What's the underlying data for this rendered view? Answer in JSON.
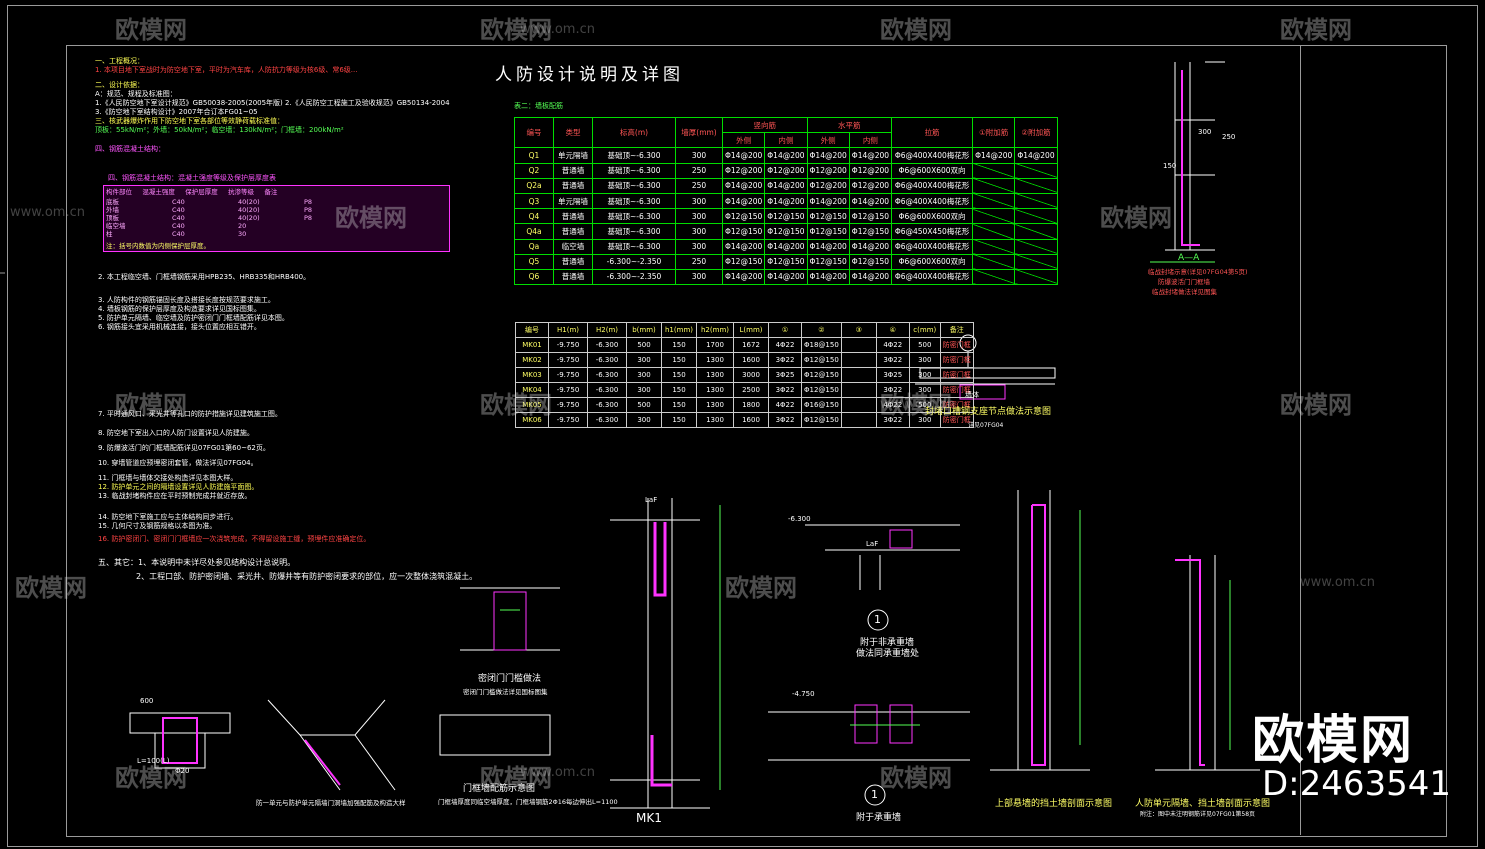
{
  "drawing": {
    "title": "人防设计说明及详图",
    "section_heading": "表二：墙板配筋"
  },
  "notes": {
    "s1": "一、工程概况：",
    "s1_text": "1. 本项目地下室战时为防空地下室，平时为汽车库，人防抗力等级为核6级、常6级...",
    "s2": "二、设计依据：",
    "s2_a": "A：规范、规程及标准图：",
    "s2_1": "1.《人民防空地下室设计规范》GB50038-2005(2005年版)   2.《人民防空工程施工及验收规范》GB50134-2004",
    "s2_3": "3.《防空地下室结构设计》2007年合订本FG01~05",
    "s3": "三、核武器爆炸作用下防空地下室各部位等效静荷载标准值：",
    "s3_text": "顶板：55kN/m²；外墙：50kN/m²；临空墙：130kN/m²；门框墙：200kN/m²",
    "s4": "四、钢筋混凝土结构：",
    "n2": "2. 本工程临空墙、门框墙钢筋采用HPB235、HRB335和HRB400。",
    "n3": "3. 人防构件的钢筋锚固长度及搭接长度按规范要求施工。",
    "n4": "4. 墙板钢筋的保护层厚度及构造要求详见国标图集。",
    "n5": "5. 防护单元隔墙、临空墙及防护密闭门门框墙配筋详见本图。",
    "n6": "6. 钢筋接头宜采用机械连接，接头位置应相互错开。",
    "n7": "7. 平时通风口、采光井等孔口的防护措施详见建筑施工图。",
    "n8": "8. 防空地下室出入口的人防门设置详见人防建施。",
    "n9": "9. 防爆波活门的门框墙配筋详见07FG01第60~62页。",
    "n10": "10. 穿墙管道应预埋密闭套管，做法详见07FG04。",
    "n11": "11. 门框墙与墙体交接处构造详见本图大样。",
    "n12": "12. 防护单元之间的隔墙设置详见人防建施平面图。",
    "n13": "13. 临战封堵构件应在平时预制完成并就近存放。",
    "n14": "14. 防空地下室施工应与主体结构同步进行。",
    "n15": "15. 几何尺寸及钢筋规格以本图为准。",
    "n16": "16. 防护密闭门、密闭门门框墙应一次浇筑完成，不得留设施工缝，预埋件应准确定位。",
    "s5": "五、其它：1、本说明中未详尽处参见结构设计总说明。",
    "s5_2": "2、工程口部、防护密闭墙、采光井、防爆井等有防护密闭要求的部位，应一次整体浇筑混凝土。"
  },
  "prot_table": {
    "title": "四、钢筋混凝土结构：混凝土强度等级及保护层厚度表",
    "headers": [
      "构件部位",
      "混凝土强度",
      "保护层厚度",
      "抗渗等级",
      "备注"
    ],
    "rows": [
      [
        "底板",
        "C40",
        "40(20)",
        "P8",
        ""
      ],
      [
        "外墙",
        "C40",
        "40(20)",
        "P8",
        ""
      ],
      [
        "顶板",
        "C40",
        "40(20)",
        "P8",
        ""
      ],
      [
        "临空墙",
        "C40",
        "20",
        "",
        ""
      ],
      [
        "柱",
        "C40",
        "30",
        "",
        ""
      ]
    ],
    "note": "注：括号内数值为内侧保护层厚度。"
  },
  "wall_table": {
    "headers": [
      "编号",
      "类型",
      "标高(m)",
      "墙厚(mm)",
      "竖向筋",
      "",
      "水平筋",
      "",
      "拉筋",
      "①附加筋",
      "②附加筋"
    ],
    "subheaders": [
      "",
      "",
      "",
      "",
      "外侧",
      "内侧",
      "外侧",
      "内侧",
      "",
      "",
      ""
    ],
    "rows": [
      [
        "Q1",
        "单元隔墙",
        "基础顶~-6.300",
        "300",
        "Φ14@200",
        "Φ14@200",
        "Φ14@200",
        "Φ14@200",
        "Φ6@400X400梅花形",
        "Φ14@200",
        "Φ14@200"
      ],
      [
        "Q2",
        "普通墙",
        "基础顶~-6.300",
        "250",
        "Φ12@200",
        "Φ12@200",
        "Φ12@200",
        "Φ12@200",
        "Φ6@600X600双向",
        "",
        ""
      ],
      [
        "Q2a",
        "普通墙",
        "基础顶~-6.300",
        "250",
        "Φ14@200",
        "Φ14@200",
        "Φ12@200",
        "Φ12@200",
        "Φ6@400X400梅花形",
        "",
        ""
      ],
      [
        "Q3",
        "单元隔墙",
        "基础顶~-6.300",
        "300",
        "Φ14@200",
        "Φ14@200",
        "Φ14@200",
        "Φ14@200",
        "Φ6@400X400梅花形",
        "",
        ""
      ],
      [
        "Q4",
        "普通墙",
        "基础顶~-6.300",
        "300",
        "Φ12@150",
        "Φ12@150",
        "Φ12@150",
        "Φ12@150",
        "Φ6@600X600双向",
        "",
        ""
      ],
      [
        "Q4a",
        "普通墙",
        "基础顶~-6.300",
        "300",
        "Φ12@150",
        "Φ12@150",
        "Φ12@150",
        "Φ12@150",
        "Φ6@450X450梅花形",
        "",
        ""
      ],
      [
        "Qa",
        "临空墙",
        "基础顶~-6.300",
        "300",
        "Φ14@200",
        "Φ14@200",
        "Φ14@200",
        "Φ14@200",
        "Φ6@400X400梅花形",
        "",
        ""
      ],
      [
        "Q5",
        "普通墙",
        "-6.300~-2.350",
        "250",
        "Φ12@150",
        "Φ12@150",
        "Φ12@150",
        "Φ12@150",
        "Φ6@600X600双向",
        "",
        ""
      ],
      [
        "Q6",
        "普通墙",
        "-6.300~-2.350",
        "300",
        "Φ14@200",
        "Φ14@200",
        "Φ14@200",
        "Φ14@200",
        "Φ6@400X400梅花形",
        "",
        ""
      ]
    ]
  },
  "door_table": {
    "headers": [
      "编号",
      "H1(m)",
      "H2(m)",
      "b(mm)",
      "h1(mm)",
      "h2(mm)",
      "L(mm)",
      "①",
      "②",
      "③",
      "④",
      "c(mm)",
      "备注"
    ],
    "rows": [
      [
        "MK01",
        "-9.750",
        "-6.300",
        "500",
        "150",
        "1700",
        "1672",
        "4Φ22",
        "Φ18@150",
        "4Φ22",
        "500",
        "防密门框"
      ],
      [
        "MK02",
        "-9.750",
        "-6.300",
        "300",
        "150",
        "1300",
        "1600",
        "3Φ22",
        "Φ12@150",
        "3Φ22",
        "300",
        "防密门框"
      ],
      [
        "MK03",
        "-9.750",
        "-6.300",
        "300",
        "150",
        "1300",
        "3000",
        "3Φ25",
        "Φ12@150",
        "3Φ25",
        "300",
        "防密门框"
      ],
      [
        "MK04",
        "-9.750",
        "-6.300",
        "300",
        "150",
        "1300",
        "2500",
        "3Φ22",
        "Φ12@150",
        "3Φ22",
        "300",
        "防密门框"
      ],
      [
        "MK05",
        "-9.750",
        "-6.300",
        "500",
        "150",
        "1300",
        "1800",
        "4Φ22",
        "Φ16@150",
        "4Φ22",
        "500",
        "防密门框"
      ],
      [
        "MK06",
        "-9.750",
        "-6.300",
        "300",
        "150",
        "1300",
        "1600",
        "3Φ22",
        "Φ12@150",
        "3Φ22",
        "300",
        "防密门框"
      ]
    ]
  },
  "details": {
    "aa_title": "A—A",
    "aa_note1": "临战封堵示意(详见07FG04第5页)",
    "aa_note2": "防爆波活门门框墙",
    "aa_note3": "临战封堵做法详见图集",
    "dim_300": "300",
    "dim_250": "250",
    "dim_150": "150",
    "seal_title": "封堵口槽钢支座节点做法示意图",
    "seal_note": "详见07FG04",
    "wall_label": "墙体",
    "sec1_title": "附于非承重墙",
    "sec1_note": "做法同承重墙处",
    "sec1_bottom": "附于承重墙",
    "mk1_label": "MK1",
    "door_threshold": "密闭门门槛做法",
    "door_threshold_note": "密闭门门槛做法详见国标图集",
    "frame_detail": "门框墙配筋示意图",
    "frame_note": "门框墙厚度同临空墙厚度，门框墙钢筋2Φ16每边伸出L=1100",
    "upper_wall": "上部悬墙的挡土墙剖面示意图",
    "unit_wall": "人防单元隔墙、挡土墙剖面示意图",
    "unit_note": "附注：图中未注明钢筋详见07FG01第58页",
    "corner_note": "防一单元与防护单元隔墙门洞墙加强配筋及构造大样",
    "circle_num": "1",
    "elev_6300": "-6.300",
    "elev_4750": "-4.750",
    "dim_600": "600",
    "dim_1001": "L=100(L)",
    "dim_200": "Φ20",
    "lsf": "LaF"
  },
  "watermark": {
    "brand": "欧模网",
    "url": "www.om.cn",
    "brand_big": "欧模网",
    "did": "D:2463541"
  }
}
